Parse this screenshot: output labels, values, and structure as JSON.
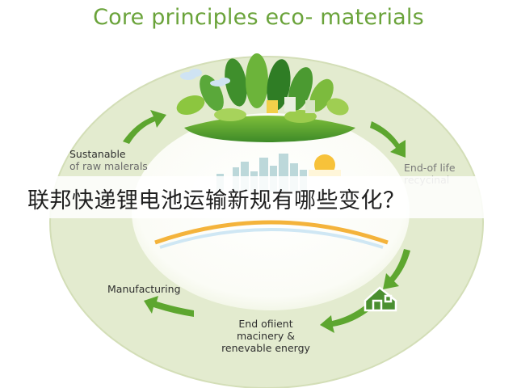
{
  "title": "Core principles eco- materials",
  "labels": {
    "raw_materials": [
      "Sustanable",
      "of raw malerals"
    ],
    "end_of_life": [
      "End-of life",
      "recycinal"
    ],
    "manufacturing": "Manufacturing",
    "efficient": [
      "End ofiient",
      "macinery &",
      "renevable energy"
    ]
  },
  "overlay_text": "联邦快递锂电池运输新规有哪些变化？",
  "colors": {
    "ring": "#e3ebcf",
    "ring_edge": "#d3deb7",
    "arrow": "#5da62f",
    "leaf_dark": "#3f8f2c",
    "leaf_light": "#8cc63f",
    "title": "#6aa33a",
    "sun": "#f7c23a",
    "city": "#b9d6d9"
  },
  "icons": [
    "leaf-cluster-icon",
    "city-skyline-icon",
    "sun-icon",
    "house-icon",
    "cloud-icon",
    "cycle-arrow-icon"
  ]
}
